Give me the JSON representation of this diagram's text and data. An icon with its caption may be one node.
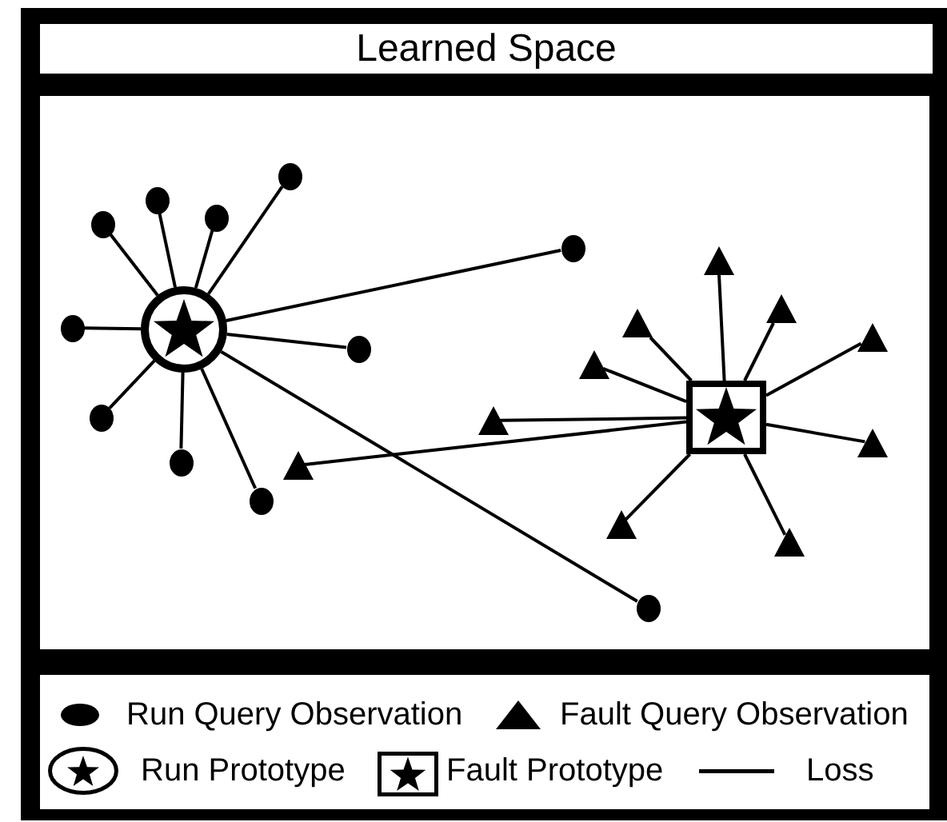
{
  "diagram": {
    "title": "Learned Space",
    "nodes": [
      {
        "text": [],
        "shape": "circle"
      },
      {
        "text": [],
        "shape": "dot"
      },
      {
        "text": [],
        "shape": "dot"
      },
      {
        "text": [],
        "shape": "dot"
      },
      {
        "text": [],
        "shape": "dot"
      },
      {
        "text": [],
        "shape": "dot"
      },
      {
        "text": [],
        "shape": "dot"
      },
      {
        "text": [],
        "shape": "dot"
      },
      {
        "text": [],
        "shape": "dot"
      },
      {
        "text": [],
        "shape": "dot"
      },
      {
        "text": [],
        "shape": "dot"
      },
      {
        "text": [],
        "shape": "dot"
      },
      {
        "text": [],
        "shape": "box"
      },
      {
        "text": [],
        "shape": "triangle"
      },
      {
        "text": [],
        "shape": "triangle"
      },
      {
        "text": [],
        "shape": "triangle"
      },
      {
        "text": [],
        "shape": "triangle"
      },
      {
        "text": [],
        "shape": "triangle"
      },
      {
        "text": [],
        "shape": "triangle"
      },
      {
        "text": [],
        "shape": "triangle"
      },
      {
        "text": [],
        "shape": "triangle"
      },
      {
        "text": [],
        "shape": "triangle"
      },
      {
        "text": [],
        "shape": "triangle"
      }
    ],
    "edges": [
      {
        "from": 0,
        "to": 1,
        "arrow": "none"
      },
      {
        "from": 0,
        "to": 2,
        "arrow": "none"
      },
      {
        "from": 0,
        "to": 3,
        "arrow": "none"
      },
      {
        "from": 0,
        "to": 4,
        "arrow": "none"
      },
      {
        "from": 0,
        "to": 5,
        "arrow": "none"
      },
      {
        "from": 0,
        "to": 6,
        "arrow": "none"
      },
      {
        "from": 0,
        "to": 7,
        "arrow": "none"
      },
      {
        "from": 0,
        "to": 8,
        "arrow": "none"
      },
      {
        "from": 0,
        "to": 9,
        "arrow": "none"
      },
      {
        "from": 0,
        "to": 10,
        "arrow": "none"
      },
      {
        "from": 0,
        "to": 11,
        "arrow": "none"
      },
      {
        "from": 12,
        "to": 13,
        "arrow": "none"
      },
      {
        "from": 12,
        "to": 14,
        "arrow": "none"
      },
      {
        "from": 12,
        "to": 15,
        "arrow": "none"
      },
      {
        "from": 12,
        "to": 16,
        "arrow": "none"
      },
      {
        "from": 12,
        "to": 17,
        "arrow": "none"
      },
      {
        "from": 12,
        "to": 18,
        "arrow": "none"
      },
      {
        "from": 12,
        "to": 19,
        "arrow": "none"
      },
      {
        "from": 12,
        "to": 20,
        "arrow": "none"
      },
      {
        "from": 12,
        "to": 21,
        "arrow": "none"
      },
      {
        "from": 12,
        "to": 22,
        "arrow": "none"
      }
    ],
    "legend": [
      {
        "text": "Run Query Observation"
      },
      {
        "text": "Fault Query Observation"
      },
      {
        "text": "Run Prototype"
      },
      {
        "text": "Fault Prototype"
      },
      {
        "text": "Loss"
      }
    ]
  }
}
